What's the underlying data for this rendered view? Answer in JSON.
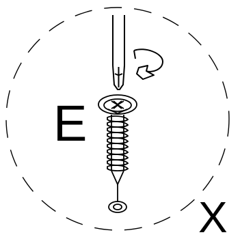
{
  "figure": {
    "type": "assembly-instruction",
    "step_label": "E",
    "quantity_label": "X",
    "colors": {
      "ink": "#000000",
      "background": "#ffffff"
    },
    "icons": [
      "screwdriver-icon",
      "rotation-arrow-icon",
      "screw-icon",
      "pilot-hole-icon"
    ]
  }
}
